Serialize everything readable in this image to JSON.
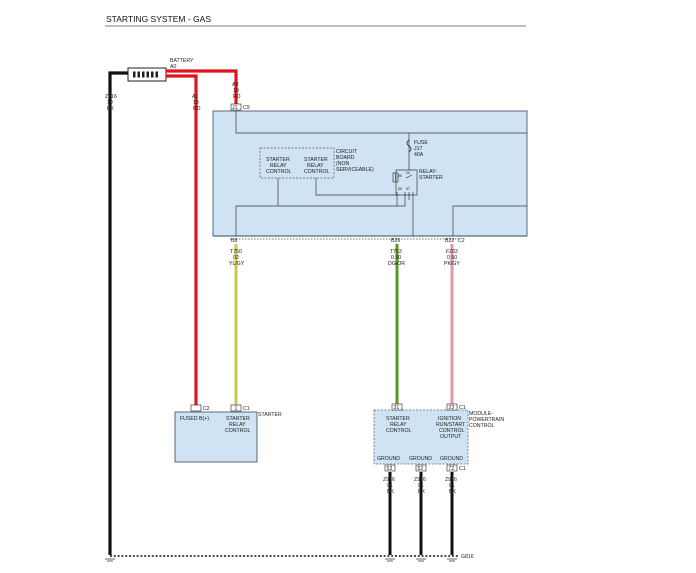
{
  "title": "STARTING SYSTEM - GAS",
  "battery": {
    "label": "BATTERY",
    "id": "A0"
  },
  "wires": {
    "ground_main": [
      "Z916",
      "19",
      "BK"
    ],
    "a1": [
      "A1",
      "19",
      "RD"
    ],
    "a0": [
      "A0",
      "19",
      "RD"
    ],
    "t750": [
      "T750",
      "02",
      "YL/GY"
    ],
    "t752": [
      "T752",
      "0.50",
      "DG/OR"
    ],
    "f202": [
      "F202",
      "0.50",
      "PK/GY"
    ],
    "g1": [
      "Z916",
      "01",
      "BK"
    ],
    "g2": [
      "Z916",
      "01",
      "BK"
    ],
    "g3": [
      "Z916",
      "01",
      "BK"
    ]
  },
  "connectors": {
    "j1": "J1",
    "c9": "C9",
    "b8": "B8",
    "b26": "B26",
    "b22": "B22",
    "c2_top": "C2",
    "starter_c2": "C2",
    "starter_c1": "C1",
    "pin_1": "1",
    "pcm_31": "31",
    "pcm_23": "23",
    "pcm_c1": "C1",
    "pcm_53": "53",
    "pcm_52": "52",
    "pcm_72": "72",
    "pcm_c1b": "C1"
  },
  "pdc": {
    "circuit_board": [
      "CIRCUIT",
      "BOARD",
      "(NON",
      "SERVICEABLE)"
    ],
    "starter_relay_control_1": [
      "STARTER",
      "RELAY",
      "CONTROL"
    ],
    "starter_relay_control_2": [
      "STARTER",
      "RELAY",
      "CONTROL"
    ],
    "fuse": [
      "FUSE",
      "J17",
      "40A"
    ],
    "relay": [
      "RELAY-",
      "STARTER"
    ],
    "relay_pins": [
      "85",
      "30",
      "86",
      "87"
    ]
  },
  "starter": {
    "name": "STARTER",
    "fused_b": "FUSED B(+)",
    "control": [
      "STARTER",
      "RELAY",
      "CONTROL"
    ]
  },
  "pcm": {
    "name": [
      "MODULE-",
      "POWERTRAIN",
      "CONTROL"
    ],
    "starter_relay_control": [
      "STARTER",
      "RELAY",
      "CONTROL"
    ],
    "ignition": [
      "IGNITION",
      "RUN/START",
      "CONTROL",
      "OUTPUT"
    ],
    "ground_labels": [
      "GROUND",
      "GROUND",
      "GROUND"
    ]
  },
  "ground_point": "G816",
  "colors": {
    "red": "#e0141c",
    "black": "#111111",
    "yellow_green": "#c8c850",
    "green": "#5a9a1e",
    "pink": "#e29aa2",
    "module_fill": "#cfe3f4",
    "module_border": "#5a6a78"
  }
}
